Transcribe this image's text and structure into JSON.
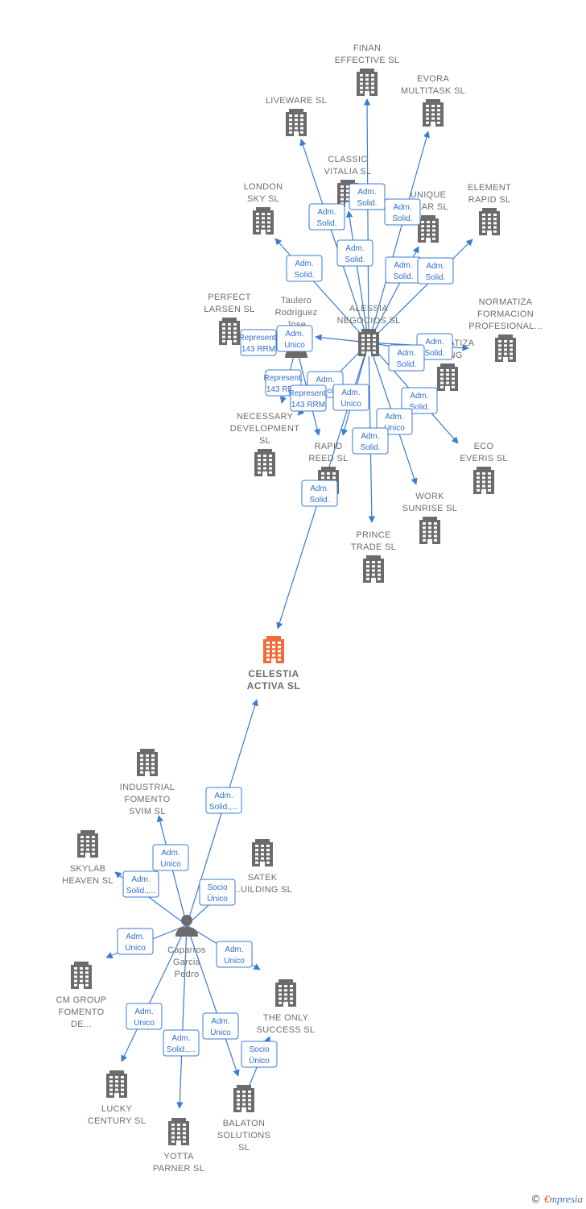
{
  "colors": {
    "building": "#6b6b6b",
    "center_building": "#f26b3a",
    "edge": "#3a7bd5",
    "label": "#6d6d6d"
  },
  "nodes": [
    {
      "id": "finan",
      "type": "company",
      "label": [
        "FINAN",
        "EFFECTIVE  SL"
      ]
    },
    {
      "id": "evora",
      "type": "company",
      "label": [
        "EVORA",
        "MULTITASK  SL"
      ]
    },
    {
      "id": "liveware",
      "type": "company",
      "label": [
        "LIVEWARE  SL"
      ]
    },
    {
      "id": "classic",
      "type": "company",
      "label": [
        "CLASSIC",
        "VITALIA  SL"
      ]
    },
    {
      "id": "unique",
      "type": "company",
      "label": [
        "UNIQUE",
        "...LAR  SL"
      ]
    },
    {
      "id": "element",
      "type": "company",
      "label": [
        "ELEMENT",
        "RAPID  SL"
      ]
    },
    {
      "id": "london",
      "type": "company",
      "label": [
        "LONDON",
        "SKY  SL"
      ]
    },
    {
      "id": "perfect",
      "type": "company",
      "label": [
        "PERFECT",
        "LARSEN  SL"
      ]
    },
    {
      "id": "taulero",
      "type": "person",
      "label": [
        "Taulero",
        "Rodriguez",
        "Jose"
      ]
    },
    {
      "id": "alessia",
      "type": "company",
      "label": [
        "ALESSIA",
        "NEGOCIOS  SL"
      ]
    },
    {
      "id": "normatiza_f",
      "type": "company",
      "label": [
        "NORMATIZA",
        "FORMACION",
        "PROFESIONAL..."
      ]
    },
    {
      "id": "normatiza_c",
      "type": "company",
      "label": [
        "NORMATIZA",
        "...TING"
      ]
    },
    {
      "id": "necessary",
      "type": "company",
      "label": [
        "NECESSARY",
        "DEVELOPMENT",
        "SL"
      ]
    },
    {
      "id": "rapid",
      "type": "company",
      "label": [
        "RAPID",
        "REED  SL"
      ]
    },
    {
      "id": "eco",
      "type": "company",
      "label": [
        "ECO",
        "EVERIS  SL"
      ]
    },
    {
      "id": "work",
      "type": "company",
      "label": [
        "WORK",
        "SUNRISE  SL"
      ]
    },
    {
      "id": "prince",
      "type": "company",
      "label": [
        "PRINCE",
        "TRADE  SL"
      ]
    },
    {
      "id": "celestia",
      "type": "center",
      "label": [
        "CELESTIA",
        "ACTIVA  SL"
      ]
    },
    {
      "id": "industrial",
      "type": "company",
      "label": [
        "INDUSTRIAL",
        "FOMENTO",
        "SVIM  SL"
      ]
    },
    {
      "id": "skylab",
      "type": "company",
      "label": [
        "SKYLAB",
        "HEAVEN  SL"
      ]
    },
    {
      "id": "satek",
      "type": "company",
      "label": [
        "SATEK",
        "...UILDING  SL"
      ]
    },
    {
      "id": "caparros",
      "type": "person",
      "label": [
        "Caparros",
        "Garcia",
        "Pedro"
      ]
    },
    {
      "id": "cmgroup",
      "type": "company",
      "label": [
        "CM GROUP",
        "FOMENTO",
        "DE..."
      ]
    },
    {
      "id": "theonly",
      "type": "company",
      "label": [
        "THE ONLY",
        "SUCCESS  SL"
      ]
    },
    {
      "id": "lucky",
      "type": "company",
      "label": [
        "LUCKY",
        "CENTURY  SL"
      ]
    },
    {
      "id": "balaton",
      "type": "company",
      "label": [
        "BALATON",
        "SOLUTIONS",
        "SL"
      ]
    },
    {
      "id": "yotta",
      "type": "company",
      "label": [
        "YOTTA",
        "PARNER  SL"
      ]
    }
  ],
  "relations": [
    {
      "id": "r1",
      "from": "alessia",
      "to": "finan",
      "label": [
        "Adm.",
        "Solid."
      ]
    },
    {
      "id": "r2",
      "from": "alessia",
      "to": "liveware",
      "label": [
        "Adm.",
        "Solid."
      ]
    },
    {
      "id": "r3",
      "from": "alessia",
      "to": "evora",
      "label": [
        "Adm.",
        "Solid."
      ]
    },
    {
      "id": "r4",
      "from": "alessia",
      "to": "classic",
      "label": [
        "Adm.",
        "Solid."
      ]
    },
    {
      "id": "r5",
      "from": "alessia",
      "to": "london",
      "label": [
        "Adm.",
        "Solid."
      ]
    },
    {
      "id": "r6",
      "from": "alessia",
      "to": "unique",
      "label": [
        "Adm.",
        "Solid."
      ]
    },
    {
      "id": "r7",
      "from": "alessia",
      "to": "element",
      "label": [
        "Adm.",
        "Solid."
      ]
    },
    {
      "id": "r8",
      "from": "taulero",
      "to": "perfect",
      "label": [
        "Represent.",
        "143 RRM"
      ]
    },
    {
      "id": "r9",
      "from": "alessia",
      "to": "taulero",
      "label": [
        "Adm.",
        "Unico"
      ]
    },
    {
      "id": "r10",
      "from": "alessia",
      "to": "necessary",
      "label": [
        "Adm.",
        "Unico"
      ]
    },
    {
      "id": "r11",
      "from": "taulero",
      "to": "necessary",
      "label": [
        "Represent.",
        "143 RRM"
      ]
    },
    {
      "id": "r12",
      "from": "taulero",
      "to": "rapid",
      "label": [
        "Represent.",
        "143 RRM"
      ]
    },
    {
      "id": "r13",
      "from": "alessia",
      "to": "normatiza_f",
      "label": [
        "Adm.",
        "Solid."
      ]
    },
    {
      "id": "r14",
      "from": "alessia",
      "to": "normatiza_c",
      "label": [
        "Adm.",
        "Solid."
      ]
    },
    {
      "id": "r15",
      "from": "alessia",
      "to": "rapid",
      "label": [
        "Adm.",
        "Unico"
      ]
    },
    {
      "id": "r16",
      "from": "alessia",
      "to": "eco",
      "label": [
        "Adm.",
        "Solid."
      ]
    },
    {
      "id": "r17",
      "from": "alessia",
      "to": "work",
      "label": [
        "Adm.",
        "Unico"
      ]
    },
    {
      "id": "r18",
      "from": "alessia",
      "to": "prince",
      "label": [
        "Adm.",
        "Solid."
      ]
    },
    {
      "id": "r19",
      "from": "alessia",
      "to": "celestia",
      "label": [
        "Adm.",
        "Solid."
      ]
    },
    {
      "id": "r20",
      "from": "caparros",
      "to": "celestia",
      "label": [
        "Adm.",
        "Solid.,..."
      ]
    },
    {
      "id": "r21",
      "from": "caparros",
      "to": "industrial",
      "label": [
        "Adm.",
        "Unico"
      ]
    },
    {
      "id": "r22",
      "from": "caparros",
      "to": "skylab",
      "label": [
        "Adm.",
        "Solid.,..."
      ]
    },
    {
      "id": "r23",
      "from": "caparros",
      "to": "satek",
      "label": [
        "Socio",
        "Único"
      ]
    },
    {
      "id": "r24",
      "from": "caparros",
      "to": "cmgroup",
      "label": [
        "Adm.",
        "Unico"
      ]
    },
    {
      "id": "r25",
      "from": "caparros",
      "to": "theonly",
      "label": [
        "Adm.",
        "Unico"
      ]
    },
    {
      "id": "r26",
      "from": "caparros",
      "to": "lucky",
      "label": [
        "Adm.",
        "Unico"
      ]
    },
    {
      "id": "r27",
      "from": "caparros",
      "to": "yotta",
      "label": [
        "Adm.",
        "Solid.,..."
      ]
    },
    {
      "id": "r28",
      "from": "caparros",
      "to": "balaton",
      "label": [
        "Adm.",
        "Unico"
      ]
    },
    {
      "id": "r29",
      "from": "balaton",
      "to": "theonly",
      "label": [
        "Socio",
        "Único"
      ]
    }
  ],
  "footer": {
    "copyright": "©",
    "brand_initial": "€",
    "brand_rest": "mpresia"
  }
}
